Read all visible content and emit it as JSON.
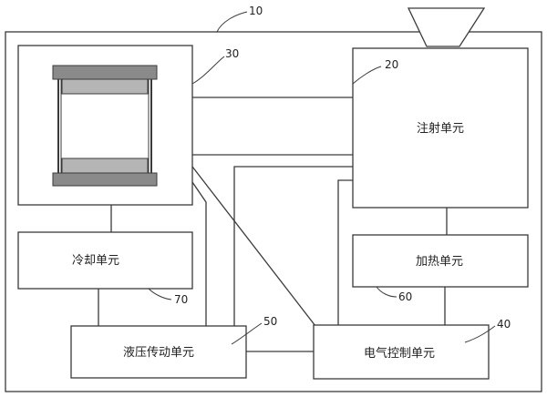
{
  "system": {
    "ref": "10"
  },
  "mold": {
    "ref": "30"
  },
  "injection": {
    "label": "注射单元",
    "ref": "20"
  },
  "cooling": {
    "label": "冷却单元",
    "ref": "70"
  },
  "heating": {
    "label": "加热单元",
    "ref": "60"
  },
  "hydraulic": {
    "label": "液压传动单元",
    "ref": "50"
  },
  "control": {
    "label": "电气控制单元",
    "ref": "40"
  },
  "colors": {
    "line": "#3a3a3a",
    "plate_fill": "#8a8a8a",
    "plate_fill_light": "#b5b5b5",
    "text": "#222222"
  }
}
